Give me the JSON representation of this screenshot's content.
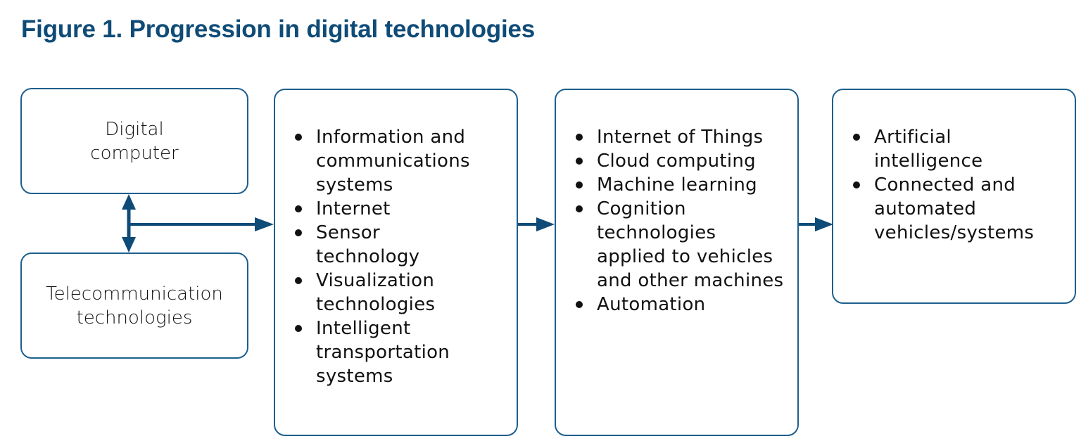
{
  "title": "Figure 1. Progression in digital technologies",
  "colors": {
    "accent": "#0f4b77",
    "border": "#1d5f8d",
    "text": "#111111"
  },
  "boxes": {
    "digital_computer": {
      "line1": "Digital",
      "line2": "computer"
    },
    "telecom": {
      "line1": "Telecommunication",
      "line2": "technologies"
    },
    "stage2": {
      "items": [
        "Information and communications systems",
        "Internet",
        "Sensor technology",
        "Visualization technologies",
        "Intelligent transportation systems"
      ]
    },
    "stage3": {
      "items": [
        "Internet of Things",
        "Cloud computing",
        "Machine learning",
        "Cognition technologies applied to vehicles and other machines",
        "Automation"
      ]
    },
    "stage4": {
      "items": [
        "Artificial intelligence",
        "Connected and automated vehicles/systems"
      ]
    }
  },
  "arrows": [
    {
      "from": "digital_computer",
      "to": "telecom",
      "type": "bidirectional"
    },
    {
      "from": "digital_computer+telecom",
      "to": "stage2",
      "type": "forward"
    },
    {
      "from": "stage2",
      "to": "stage3",
      "type": "forward"
    },
    {
      "from": "stage3",
      "to": "stage4",
      "type": "forward"
    }
  ]
}
